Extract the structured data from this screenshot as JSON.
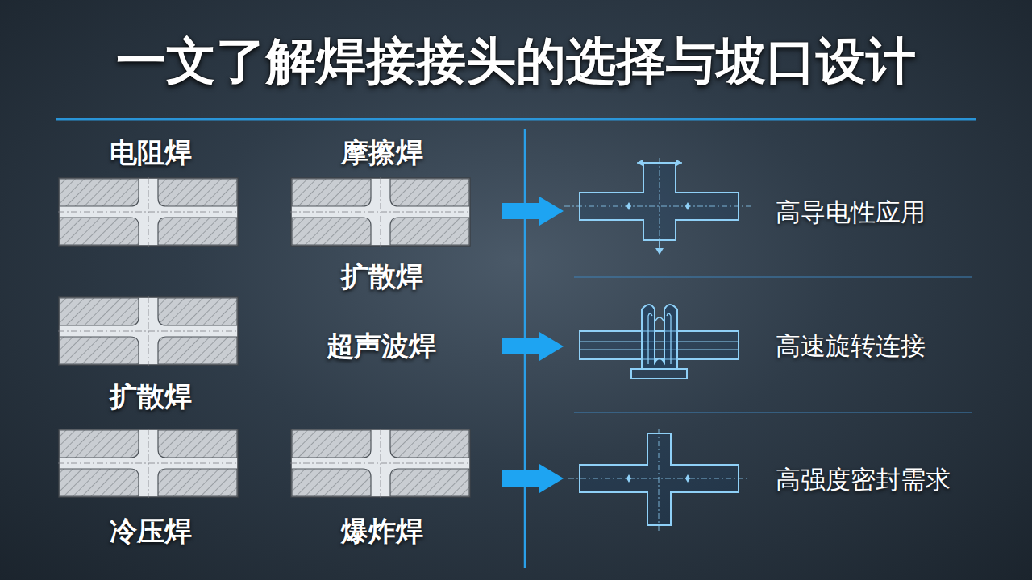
{
  "diagram": {
    "title": "一文了解焊接接头的选择与坡口设计",
    "labels": [
      "电阻焊",
      "摩擦焊",
      "扩散焊",
      "超声波焊",
      "扩散焊",
      "冷压焊",
      "爆炸焊",
      "高导电性应用",
      "高速旋转连接",
      "高强度密封需求"
    ]
  }
}
